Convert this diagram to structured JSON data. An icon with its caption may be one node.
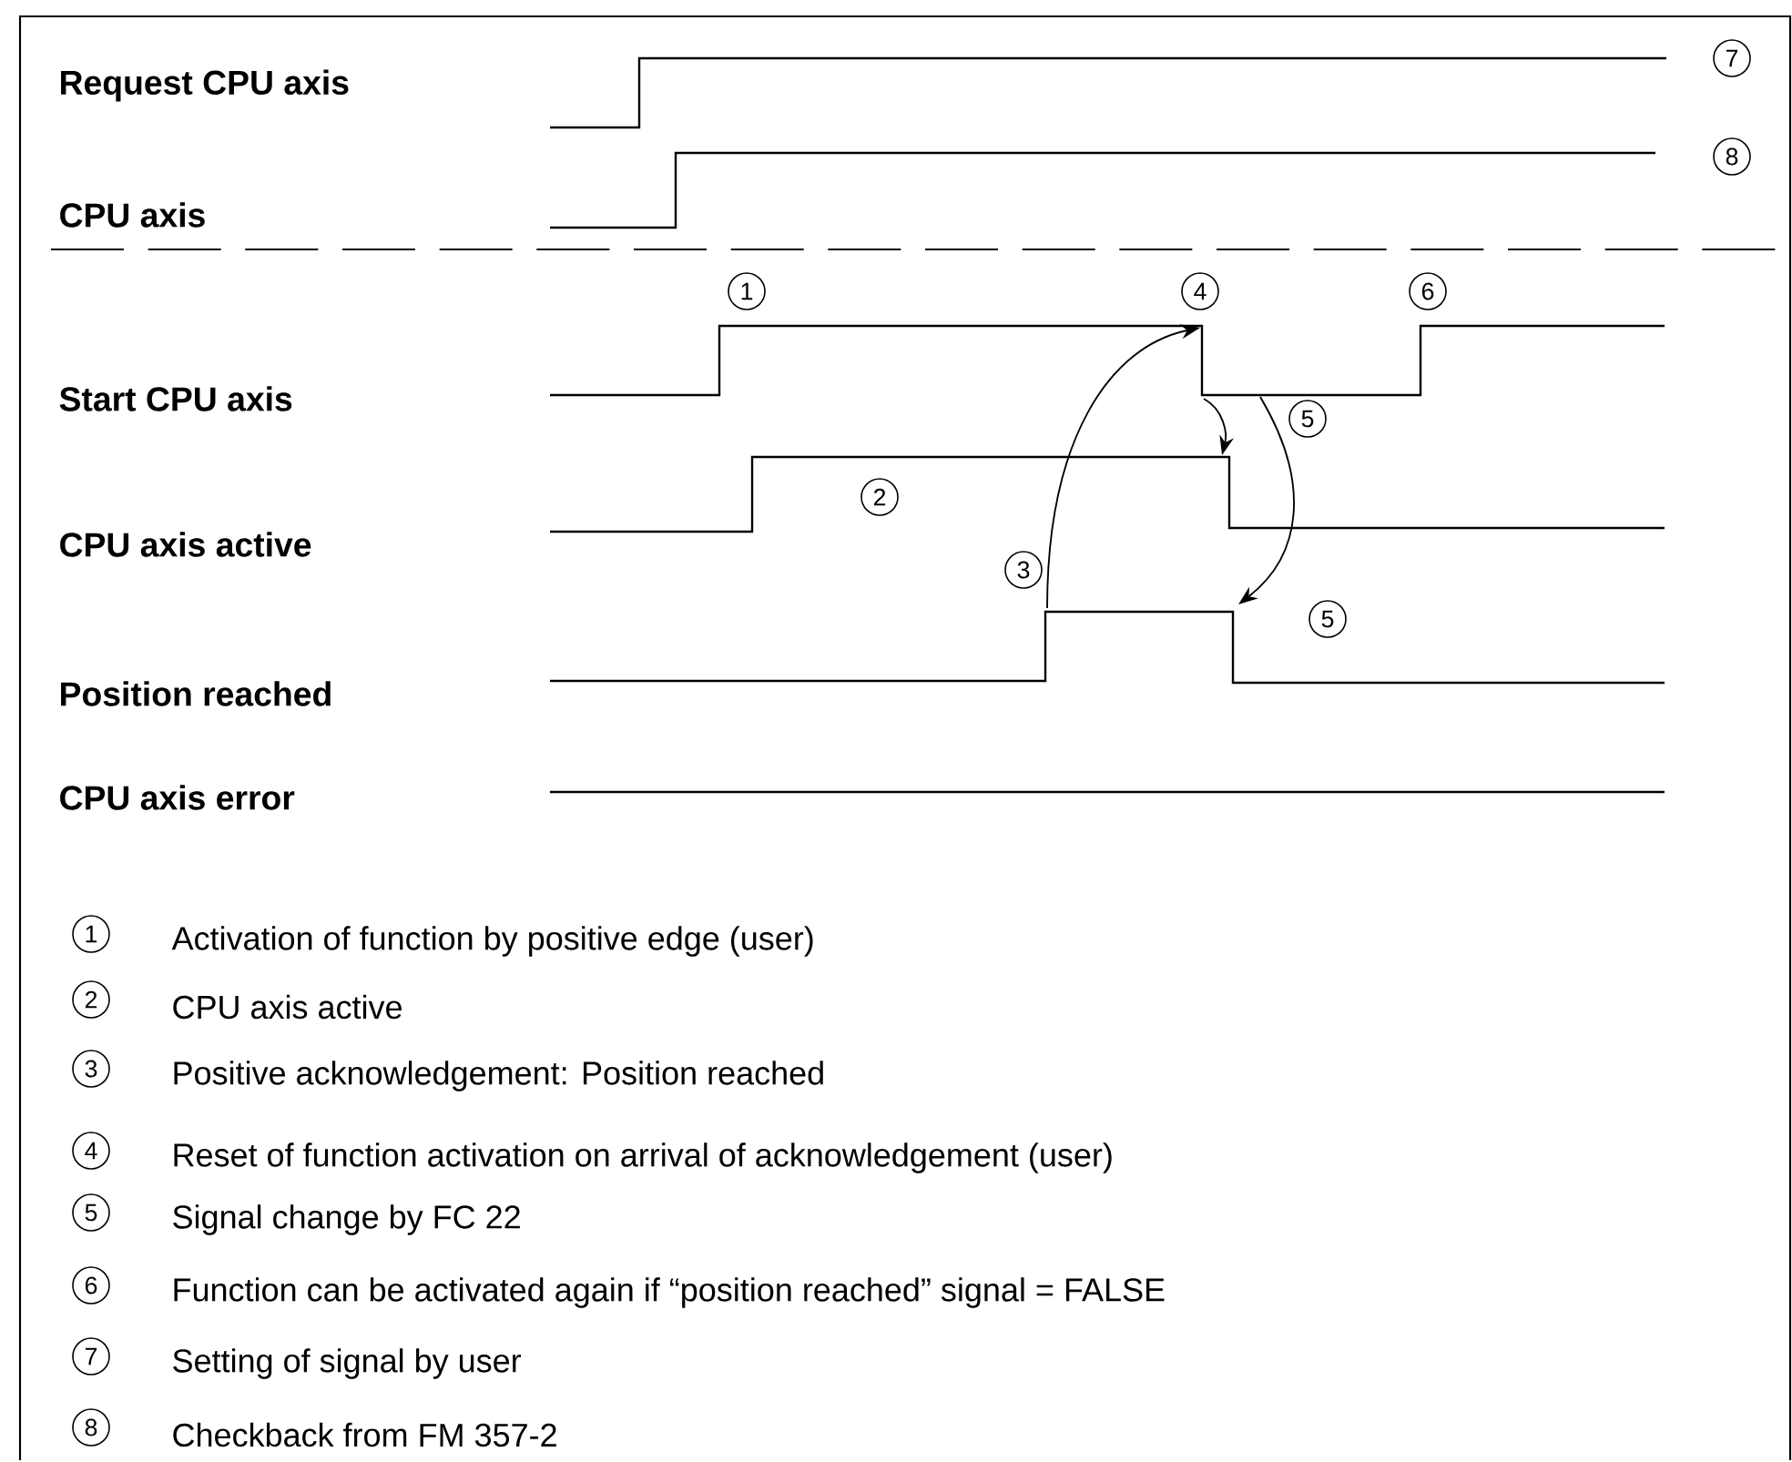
{
  "diagram": {
    "labels": [
      "Request CPU axis",
      "7",
      "CPU axis",
      "8",
      "1",
      "4",
      "6",
      "Start CPU axis",
      "5",
      "2",
      "CPU axis active",
      "3",
      "5",
      "Position reached",
      "CPU axis error",
      "1",
      "Activation of function by positive edge (user)",
      "2",
      "CPU axis active",
      "3",
      "Positive acknowledgement: Position reached",
      "4",
      "Reset of function activation on arrival of acknowledgement (user)",
      "5",
      "Signal change by FC 22",
      "6",
      "Function can be activated again if “position reached” signal = FALSE",
      "7",
      "Setting of signal by user",
      "8",
      "Checkback from FM 357-2"
    ]
  }
}
